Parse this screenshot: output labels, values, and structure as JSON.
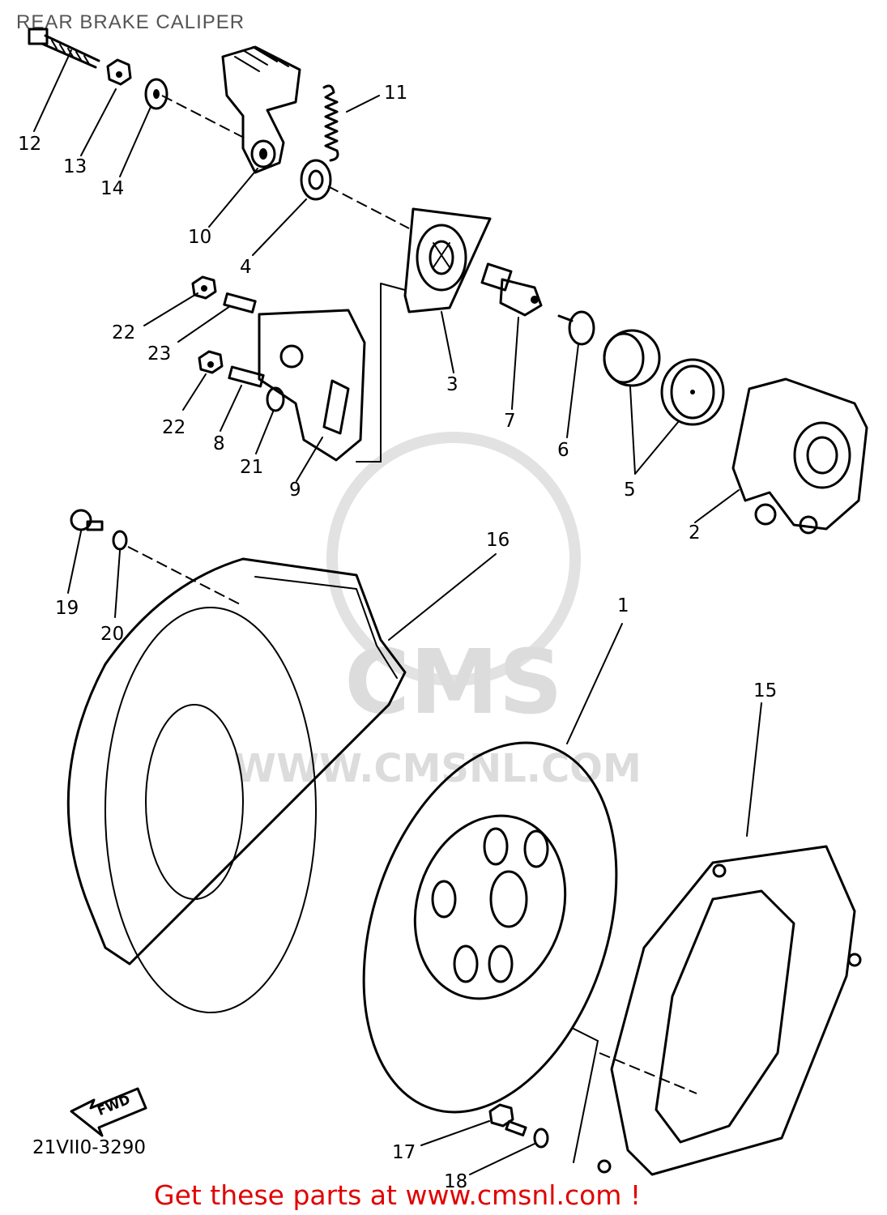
{
  "title": "REAR BRAKE CALIPER",
  "diagram_code": "21VII0-3290",
  "fwd_label": "FWD",
  "watermark": {
    "brand": "CMS",
    "url": "WWW.CMSNL.COM"
  },
  "footer": "Get these parts at www.cmsnl.com !",
  "callouts": [
    "1",
    "2",
    "3",
    "4",
    "5",
    "6",
    "7",
    "8",
    "9",
    "10",
    "11",
    "12",
    "13",
    "14",
    "15",
    "16",
    "17",
    "18",
    "19",
    "20",
    "21",
    "22",
    "22",
    "23"
  ]
}
